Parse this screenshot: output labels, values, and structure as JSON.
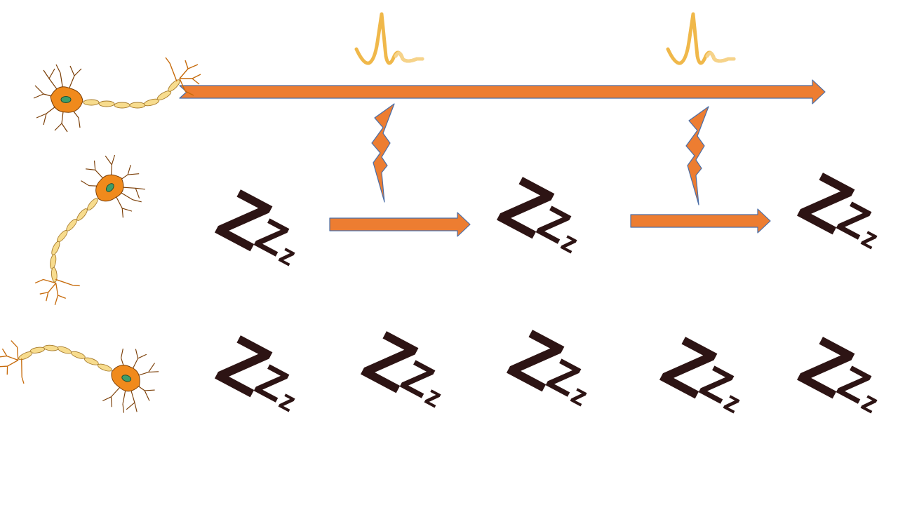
{
  "colors": {
    "arrow_fill": "#ed7d31",
    "arrow_stroke": "#4a6ea8",
    "spike": "#f0b84a",
    "spike_light": "#f6d38a",
    "neuron_body": "#f08a1c",
    "neuron_axon": "#f7dc8e",
    "neuron_nucleus": "#3f9e6a",
    "zzz": "#2d1414"
  },
  "neurons": [
    {
      "name": "neuron-top",
      "orientation": "horizontal-right"
    },
    {
      "name": "neuron-middle",
      "orientation": "body-top-right"
    },
    {
      "name": "neuron-bottom",
      "orientation": "body-bottom-right"
    }
  ],
  "sleep_glyphs": {
    "letters": [
      "Z",
      "Z",
      "z"
    ]
  }
}
